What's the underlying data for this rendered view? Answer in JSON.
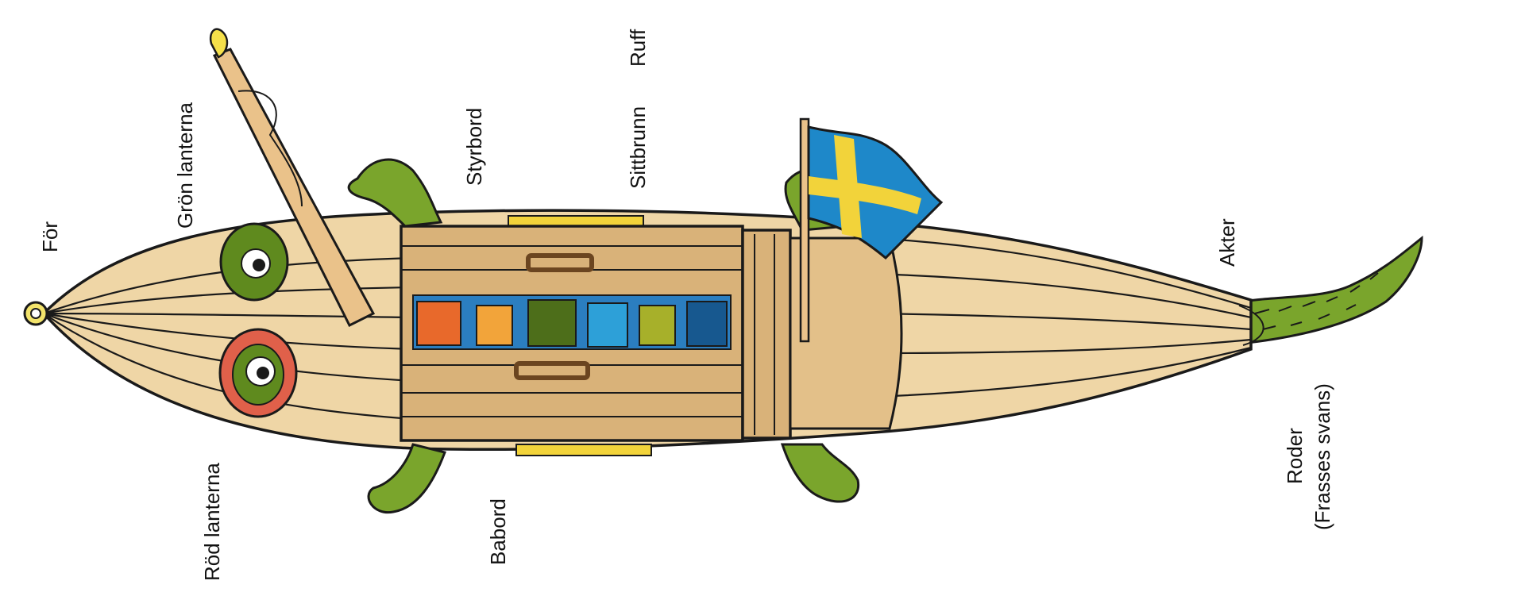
{
  "diagram": {
    "labels": {
      "bow": "För",
      "green_lantern": "Grön lanterna",
      "red_lantern": "Röd lanterna",
      "starboard": "Styrbord",
      "port": "Babord",
      "cockpit": "Sittbrunn",
      "cabin": "Ruff",
      "stern": "Akter",
      "rudder_line1": "Roder",
      "rudder_line2": "(Frasses svans)"
    },
    "colors": {
      "hull": "#efd6a6",
      "hull_shade": "#e3c089",
      "deck": "#d9b279",
      "outline": "#1a1a1a",
      "crocodile_green": "#7aa52c",
      "green_lantern": "#5f8a1e",
      "red_lantern": "#e0604a",
      "flag_blue": "#1e88c9",
      "flag_yellow": "#f2d33a",
      "mast_yellow": "#f5e04a"
    }
  }
}
